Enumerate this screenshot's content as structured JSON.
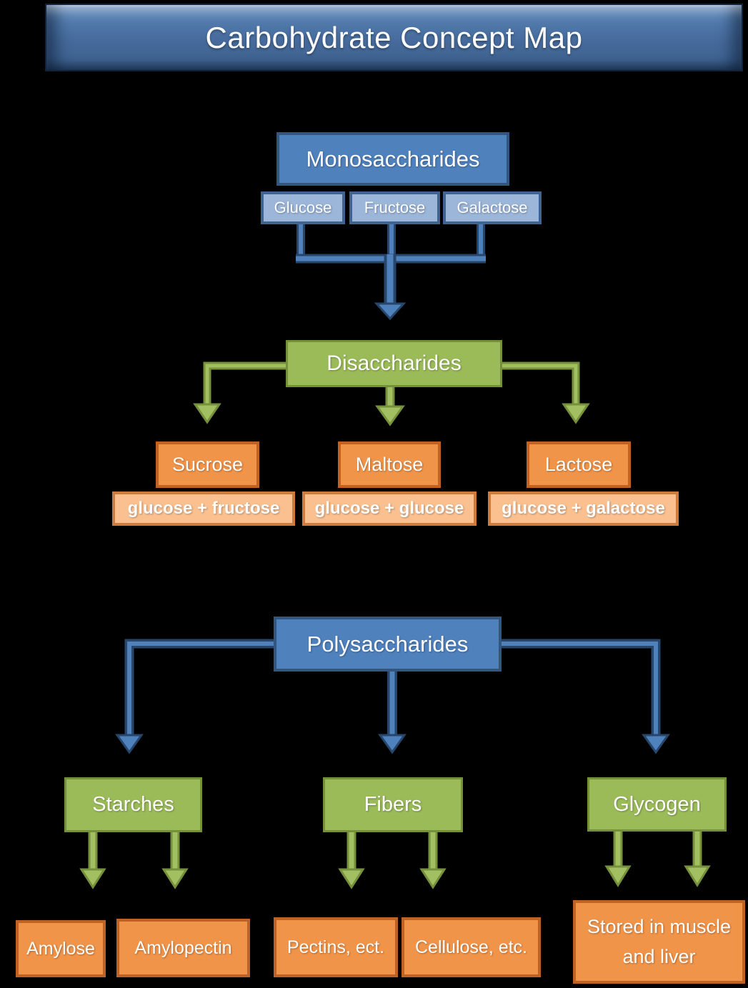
{
  "title": "Carbohydrate Concept Map",
  "colors": {
    "background": "#000000",
    "blue_box_fill": "#4F81BD",
    "blue_box_border": "#32567F",
    "light_blue_box_fill": "#9CB6D9",
    "green_box_fill": "#9BBB59",
    "green_box_border": "#75903B",
    "orange_box_fill": "#F0944A",
    "orange_box_border": "#BE6225",
    "light_orange_box_fill": "#FAC090",
    "blue_connector": "#4F81BD",
    "green_connector": "#A2BF62"
  },
  "monosaccharides": {
    "label": "Monosaccharides",
    "members": [
      "Glucose",
      "Fructose",
      "Galactose"
    ]
  },
  "disaccharides": {
    "label": "Disaccharides",
    "members": [
      {
        "name": "Sucrose",
        "composition": "glucose + fructose"
      },
      {
        "name": "Maltose",
        "composition": "glucose + glucose"
      },
      {
        "name": "Lactose",
        "composition": "glucose + galactose"
      }
    ]
  },
  "polysaccharides": {
    "label": "Polysaccharides",
    "members": [
      {
        "name": "Starches",
        "examples": [
          "Amylose",
          "Amylopectin"
        ]
      },
      {
        "name": "Fibers",
        "examples": [
          "Pectins, ect.",
          "Cellulose, etc."
        ]
      },
      {
        "name": "Glycogen",
        "examples": [
          "Stored in muscle and liver"
        ]
      }
    ]
  }
}
